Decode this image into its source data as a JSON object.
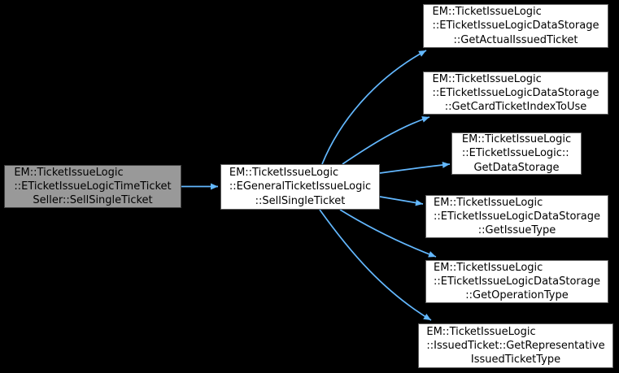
{
  "diagram": {
    "type": "call-graph",
    "background_color": "#000000",
    "arrow_color": "#63b8ff",
    "node_fill_color": "#ffffff",
    "node_border_color": "#606060",
    "current_node_fill_color": "#999999",
    "current_node_border_color": "#404040",
    "text_color": "#000000"
  },
  "nodes": [
    {
      "id": "time-ticket-seller-sell-single-ticket",
      "current": true,
      "lines": [
        "EM::TicketIssueLogic",
        "::ETicketIssueLogicTimeTicket",
        "Seller::SellSingleTicket"
      ]
    },
    {
      "id": "general-ticket-issue-logic-sell-single-ticket",
      "current": false,
      "lines": [
        "EM::TicketIssueLogic",
        "::EGeneralTicketIssueLogic",
        "::SellSingleTicket"
      ]
    },
    {
      "id": "get-actual-issued-ticket",
      "current": false,
      "lines": [
        "EM::TicketIssueLogic",
        "::ETicketIssueLogicDataStorage",
        "::GetActualIssuedTicket"
      ]
    },
    {
      "id": "get-card-ticket-index-to-use",
      "current": false,
      "lines": [
        "EM::TicketIssueLogic",
        "::ETicketIssueLogicDataStorage",
        "::GetCardTicketIndexToUse"
      ]
    },
    {
      "id": "get-data-storage",
      "current": false,
      "lines": [
        "EM::TicketIssueLogic",
        "::ETicketIssueLogic::",
        "GetDataStorage"
      ]
    },
    {
      "id": "get-issue-type",
      "current": false,
      "lines": [
        "EM::TicketIssueLogic",
        "::ETicketIssueLogicDataStorage",
        "::GetIssueType"
      ]
    },
    {
      "id": "get-operation-type",
      "current": false,
      "lines": [
        "EM::TicketIssueLogic",
        "::ETicketIssueLogicDataStorage",
        "::GetOperationType"
      ]
    },
    {
      "id": "get-representative-issued-ticket-type",
      "current": false,
      "lines": [
        "EM::TicketIssueLogic",
        "::IssuedTicket::GetRepresentative",
        "IssuedTicketType"
      ]
    }
  ],
  "edges": [
    {
      "from": 0,
      "to": 1
    },
    {
      "from": 1,
      "to": 2
    },
    {
      "from": 1,
      "to": 3
    },
    {
      "from": 1,
      "to": 4
    },
    {
      "from": 1,
      "to": 5
    },
    {
      "from": 1,
      "to": 6
    },
    {
      "from": 1,
      "to": 7
    }
  ]
}
